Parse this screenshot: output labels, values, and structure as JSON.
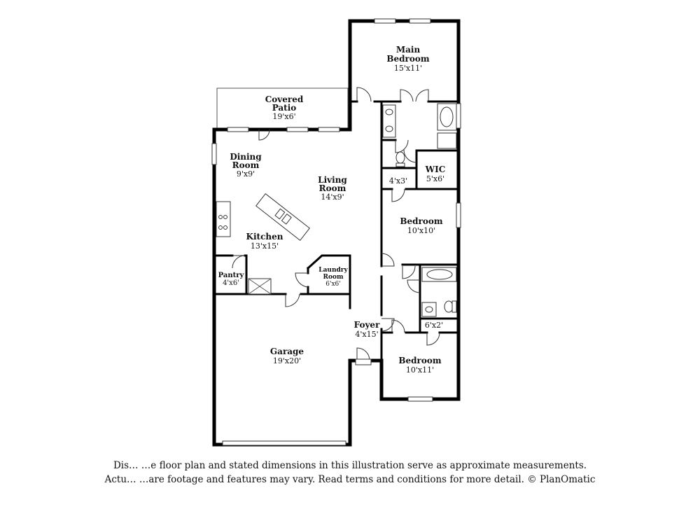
{
  "rooms": {
    "main_bedroom": {
      "name_line1": "Main",
      "name_line2": "Bedroom",
      "dims": "15'x11'"
    },
    "covered_patio": {
      "name_line1": "Covered",
      "name_line2": "Patio",
      "dims": "19'x6'"
    },
    "dining_room": {
      "name_line1": "Dining",
      "name_line2": "Room",
      "dims": "9'x9'"
    },
    "living_room": {
      "name_line1": "Living",
      "name_line2": "Room",
      "dims": "14'x9'"
    },
    "kitchen": {
      "name": "Kitchen",
      "dims": "13'x15'"
    },
    "pantry": {
      "name": "Pantry",
      "dims": "4'x6'"
    },
    "laundry_room": {
      "name_line1": "Laundry",
      "name_line2": "Room",
      "dims": "6'x6'"
    },
    "garage": {
      "name": "Garage",
      "dims": "19'x20'"
    },
    "foyer": {
      "name": "Foyer",
      "dims": "4'x15'"
    },
    "wic": {
      "name": "WIC",
      "dims": "5'x6'"
    },
    "closet_a": {
      "dims": "4'x3'"
    },
    "bedroom_2": {
      "name": "Bedroom",
      "dims": "10'x10'"
    },
    "closet_b": {
      "dims": "6'x2'"
    },
    "bedroom_3": {
      "name": "Bedroom",
      "dims": "10'x11'"
    }
  },
  "disclaimer": {
    "line1": "Dis… …e floor plan and stated dimensions in this illustration serve as approximate measurements.",
    "line2": "Actu… …are footage and features may vary. Read terms and conditions for more detail. © PlanOmatic"
  }
}
